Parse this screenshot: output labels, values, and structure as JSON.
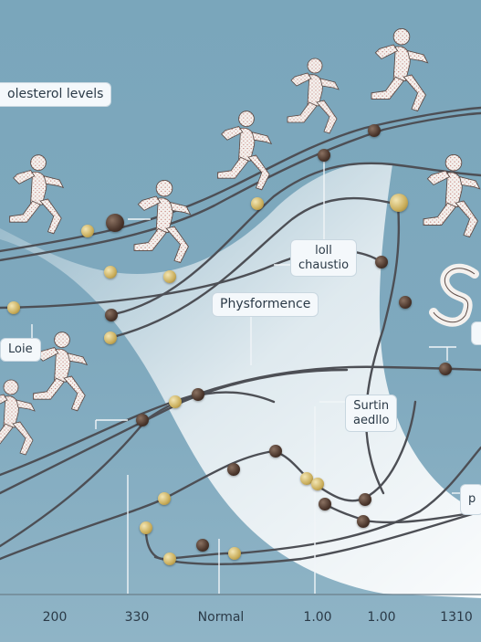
{
  "labels": {
    "top_left": "olesterol levels",
    "middle_small_line1": "loll",
    "middle_small_line2": "chaustio",
    "center": "Physformence",
    "left_small": "Loie",
    "right_small_line1": "Surtin",
    "right_small_line2": "aedllo",
    "far_right_top": "",
    "far_right_bottom": "p"
  },
  "axis_ticks": [
    "200",
    "330",
    "Normal",
    "1.00",
    "1.00",
    "1310"
  ],
  "colors": {
    "background": "#7fa9be",
    "curve": "#4d4f55",
    "highlight": "#ffffff",
    "runner_fill": "#f4f1ee",
    "runner_dots": "#c0776f"
  }
}
